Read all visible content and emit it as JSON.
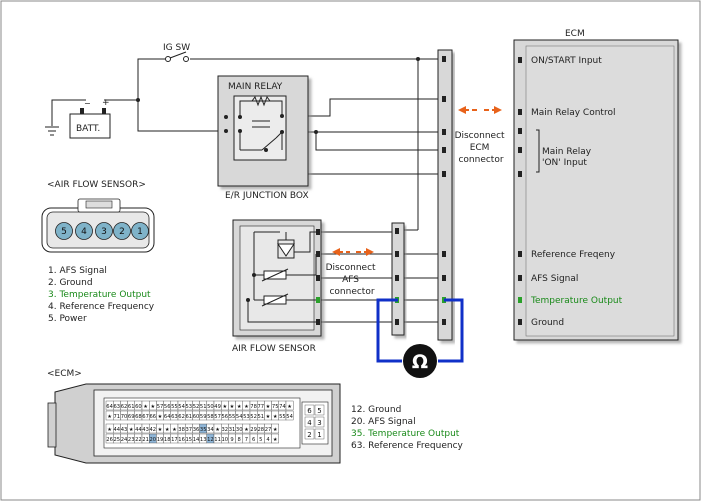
{
  "colors": {
    "background": "#ffffff",
    "wire": "#222222",
    "box_fill": "#d4d4d4",
    "panel_fill": "#dcdcdc",
    "green_text": "#1a8a1a",
    "green_pin": "#2aa02a",
    "orange_arrow": "#e8621a",
    "meter_loop": "#1030c8",
    "pin_highlight": "#8fb6d8"
  },
  "labels": {
    "ig_sw": "IG SW",
    "battery": "BATT.",
    "main_relay": "MAIN RELAY",
    "junction_box": "E/R JUNCTION BOX",
    "air_flow_sensor_label": "AIR FLOW SENSOR",
    "disconnect_ecm": [
      "Disconnect",
      "ECM",
      "connector"
    ],
    "disconnect_afs": [
      "Disconnect",
      "AFS",
      "connector"
    ],
    "ohm_symbol": "Ω"
  },
  "ecm_panel": {
    "title": "ECM",
    "pins": [
      "ON/START Input",
      "Main Relay Control",
      "",
      "",
      "",
      "Reference Freqeny",
      "AFS Signal",
      "Temperature Output",
      "Ground"
    ],
    "relay_input_lines": [
      "Main Relay",
      "'ON' Input"
    ]
  },
  "afs_section": {
    "title": "<AIR FLOW SENSOR>",
    "pin_numbers": [
      "5",
      "4",
      "3",
      "2",
      "1"
    ],
    "legend": [
      "1. AFS Signal",
      "2. Ground",
      "3. Temperature Output",
      "4. Reference Frequency",
      "5. Power"
    ]
  },
  "ecm_section": {
    "title": "<ECM>",
    "legend": [
      "12. Ground",
      "20. AFS Signal",
      "35. Temperature Output",
      "63. Reference Frequency"
    ],
    "connector_rows": [
      [
        "64",
        "63",
        "62",
        "61",
        "60",
        "★",
        "★",
        "57",
        "56",
        "55",
        "54",
        "53",
        "52",
        "51",
        "50",
        "49",
        "★",
        "★",
        "★",
        "★",
        "78",
        "77",
        "★",
        "75",
        "74",
        "★"
      ],
      [
        "★",
        "71",
        "70",
        "69",
        "68",
        "67",
        "66",
        "★",
        "64",
        "63",
        "62",
        "61",
        "60",
        "59",
        "58",
        "57",
        "56",
        "55",
        "54",
        "53",
        "52",
        "51",
        "★",
        "★",
        "55",
        "54",
        "★",
        "52",
        "★"
      ],
      [
        "★",
        "44",
        "43",
        "★",
        "44",
        "43",
        "42",
        "★",
        "★",
        "★",
        "38",
        "37",
        "36",
        "35",
        "34",
        "★",
        "32",
        "31",
        "30",
        "★",
        "29",
        "28",
        "27",
        "★"
      ],
      [
        "26",
        "25",
        "24",
        "23",
        "22",
        "21",
        "20",
        "19",
        "18",
        "17",
        "16",
        "15",
        "14",
        "13",
        "12",
        "11",
        "10",
        "9",
        "8",
        "7",
        "6",
        "5",
        "4",
        "★"
      ]
    ],
    "side_pins": [
      "6",
      "5",
      "4",
      "3",
      "2",
      "1"
    ]
  }
}
